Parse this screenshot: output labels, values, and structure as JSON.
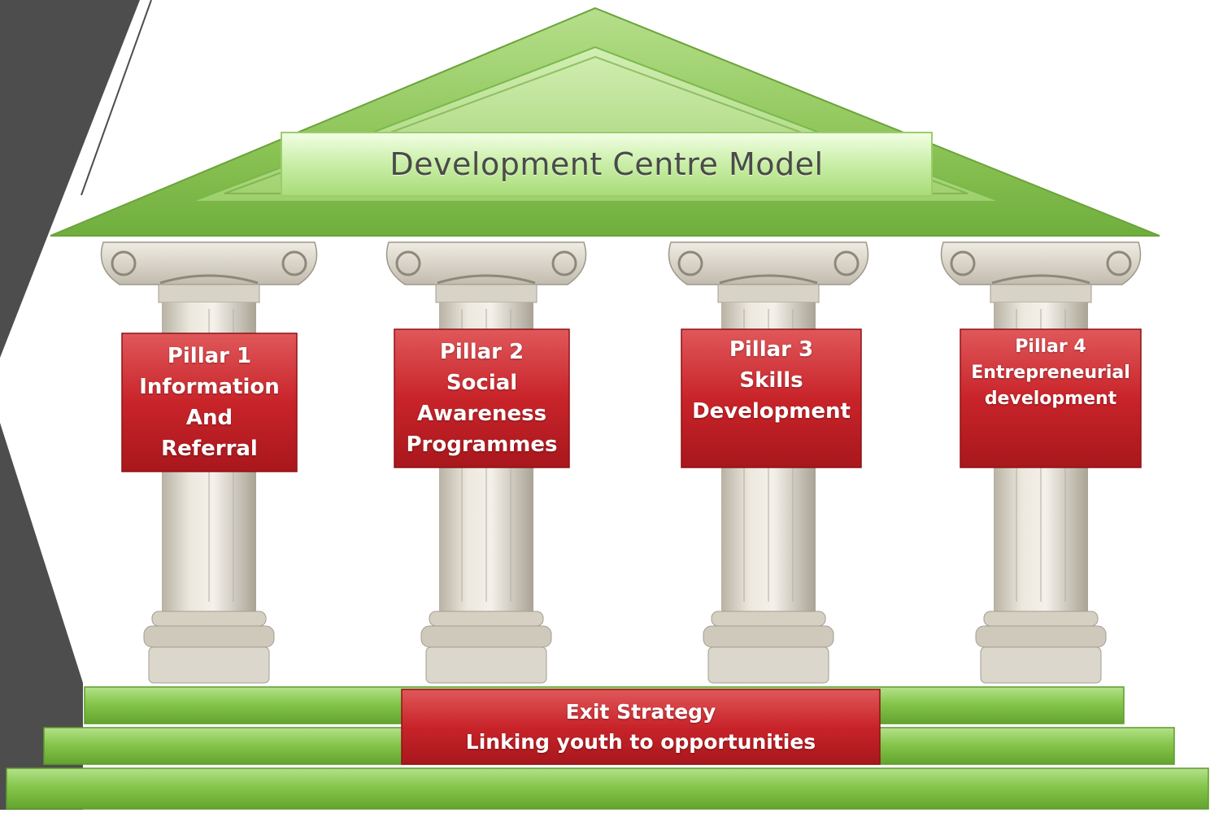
{
  "title": "Development Centre Model",
  "pillars": [
    {
      "lines": [
        "Pillar 1",
        "Information",
        "And",
        "Referral"
      ]
    },
    {
      "lines": [
        "Pillar 2",
        "Social",
        "Awareness",
        "Programmes"
      ]
    },
    {
      "lines": [
        "Pillar 3",
        "Skills",
        "Development"
      ]
    },
    {
      "lines": [
        "Pillar 4",
        "Entrepreneurial",
        "development"
      ]
    }
  ],
  "exit": {
    "lines": [
      "Exit Strategy",
      "Linking youth to opportunities"
    ]
  },
  "colors": {
    "roof_green": "#8cc456",
    "step_green": "#86c64c",
    "box_red": "#c8242a",
    "panel_gray": "#4d4d4d",
    "column_stone": "#ddd8cc"
  }
}
